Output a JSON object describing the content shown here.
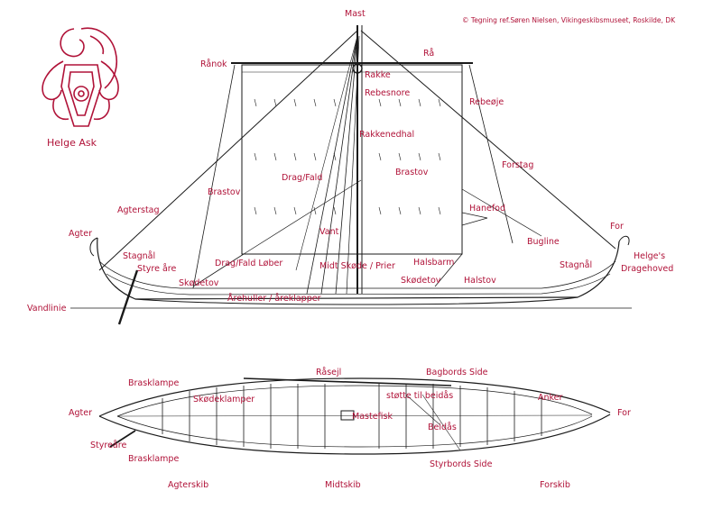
{
  "credit": "© Tegning ref.Søren Nielsen, Vikingeskibsmuseet, Roskilde, DK",
  "logo": {
    "name": "Helge Ask",
    "color": "#b01238"
  },
  "label_color": "#b01238",
  "side_view": {
    "mast": "Mast",
    "ranok": "Rånok",
    "ra": "Rå",
    "rakke": "Rakke",
    "rebesnore": "Rebesnore",
    "rebeoje": "Rebeøje",
    "rakkenedhal": "Rakkenedhal",
    "forstag": "Forstag",
    "drag_fald": "Drag/Fald",
    "brastov_left": "Brastov",
    "brastov_right": "Brastov",
    "agterstag": "Agterstag",
    "hanefod": "Hanefod",
    "agter": "Agter",
    "for": "For",
    "vant": "Vant",
    "bugline": "Bugline",
    "helges_line1": "Helge's",
    "helges_line2": "Dragehoved",
    "stagnal_left": "Stagnål",
    "stagnal_right": "Stagnål",
    "styre_are": "Styre åre",
    "drag_fald_lober": "Drag/Fald Løber",
    "midt_skode": "Midt Skøde / Prier",
    "halsbarm": "Halsbarm",
    "skodetov_left": "Skødetov",
    "skodetov_right": "Skødetov",
    "halstov": "Halstov",
    "arehuller": "Årehuller / åreklapper",
    "vandlinie": "Vandlinie"
  },
  "top_view": {
    "rasejl": "Råsejl",
    "bagbords_side": "Bagbords Side",
    "brasklampe_top": "Brasklampe",
    "skodeklamper": "Skødeklamper",
    "stotte": "støtte til beidås",
    "anker": "Anker",
    "agter": "Agter",
    "for": "For",
    "mastefisk": "Mastefisk",
    "beidas": "Beidås",
    "styreare": "Styreåre",
    "brasklampe_bottom": "Brasklampe",
    "styrbords_side": "Styrbords Side",
    "agterskib": "Agterskib",
    "midtskib": "Midtskib",
    "forskib": "Forskib"
  }
}
